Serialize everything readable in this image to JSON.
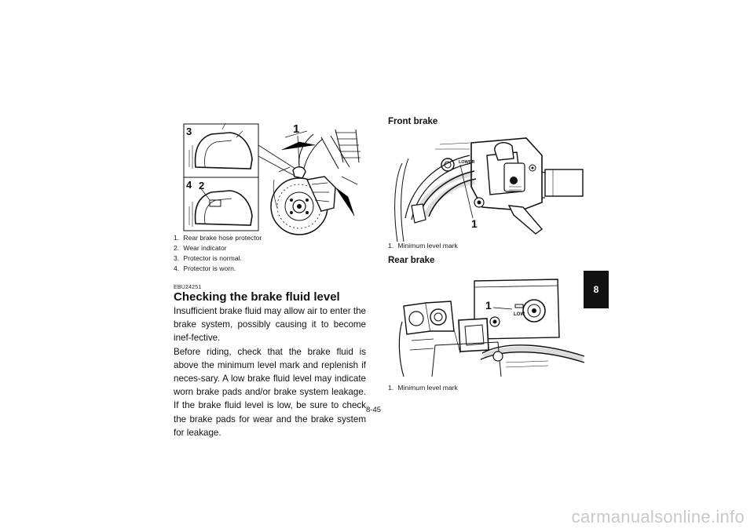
{
  "figure1": {
    "callouts": {
      "c1": "1",
      "c2": "2",
      "c3": "3",
      "c4": "4"
    },
    "captions": [
      {
        "num": "1.",
        "text": "Rear brake hose protector"
      },
      {
        "num": "2.",
        "text": "Wear indicator"
      },
      {
        "num": "3.",
        "text": "Protector is normal."
      },
      {
        "num": "4.",
        "text": "Protector is worn."
      }
    ]
  },
  "section": {
    "code": "EBU24251",
    "heading": "Checking the brake fluid level",
    "paragraphs": [
      "Insufficient brake fluid may allow air to enter the brake system, possibly causing it to become inef-fective.",
      "Before riding, check that the brake fluid is above the minimum level mark and replenish if neces-sary. A low brake fluid level may indicate worn brake pads and/or brake system leakage. If the brake fluid level is low, be sure to check the brake pads for wear and the brake system for leakage."
    ]
  },
  "front_brake": {
    "title": "Front brake",
    "callout": "1",
    "mark_label": "LOWER",
    "caption_num": "1.",
    "caption_text": "Minimum level mark"
  },
  "rear_brake": {
    "title": "Rear brake",
    "callout": "1",
    "mark_label": "LOW",
    "caption_num": "1.",
    "caption_text": "Minimum level mark"
  },
  "page": {
    "number": "8-45",
    "chapter_tab": "8",
    "watermark": "carmanualsonline.info"
  }
}
